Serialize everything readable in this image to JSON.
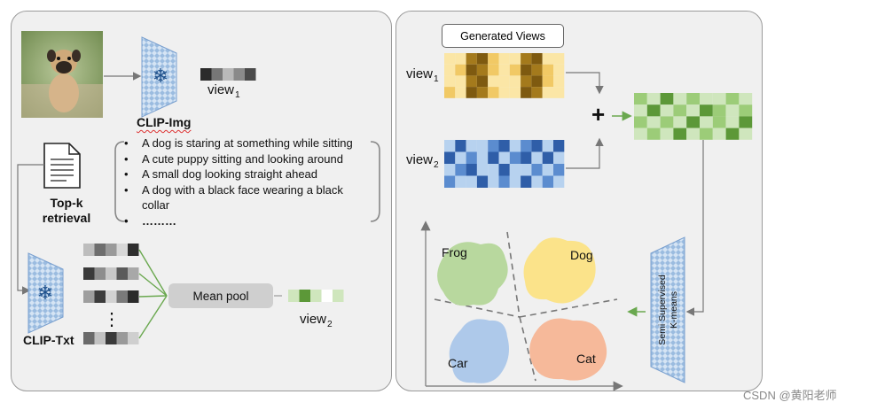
{
  "encoders": {
    "img_label": "CLIP-Img",
    "txt_label": "CLIP-Txt",
    "snowflake": "❄"
  },
  "retrieval": {
    "line1": "Top-k",
    "line2": "retrieval"
  },
  "sentences": [
    "A dog is staring at something while sitting",
    "A cute puppy sitting and looking around",
    "A small dog looking straight ahead",
    "A dog with a black face wearing a black collar",
    "………"
  ],
  "view_text": {
    "base": "view",
    "sub1": "1",
    "sub2": "2"
  },
  "mean_pool_label": "Mean pool",
  "generated_views_label": "Generated Views",
  "plus_sign": "+",
  "kmeans_label": {
    "line1": "Semi Supervised",
    "line2": "K-means"
  },
  "clusters": [
    "Frog",
    "Dog",
    "Car",
    "Cat"
  ],
  "vertical_dots": "⋮",
  "watermark": "CSDN @黄阳老师",
  "colors": {
    "panel_bg": "#f0f0f0",
    "yellow_light": "#fbe6a6",
    "yellow_mid": "#f1c965",
    "yellow_dark": "#a47a1c",
    "blue_light": "#b7d2ef",
    "blue_mid": "#5b8ccf",
    "blue_dark": "#2f5ea8",
    "green_light": "#cfe6bd",
    "green_mid": "#9ccc78",
    "green_dark": "#5c9838",
    "frog": "#b8d89e",
    "dog": "#fbe38a",
    "car": "#aec9ea",
    "cat": "#f6b99a",
    "encoder": "#b9cfe8",
    "arrow_green": "#6aa84f"
  }
}
